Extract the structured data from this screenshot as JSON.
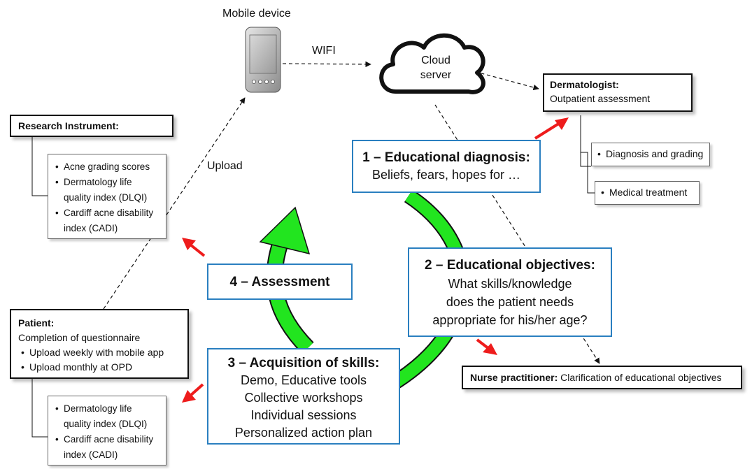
{
  "mobile": {
    "label": "Mobile device"
  },
  "wifi": "WIFI",
  "cloud": {
    "line1": "Cloud",
    "line2": "server"
  },
  "upload": "Upload",
  "dermatologist": {
    "title": "Dermatologist:",
    "subtitle": "Outpatient assessment",
    "items": [
      "Diagnosis and grading",
      "Medical treatment"
    ]
  },
  "research": {
    "title": "Research Instrument:",
    "items": [
      "Acne grading scores",
      "Dermatology life",
      "quality index (DLQI)",
      "Cardiff acne disability",
      "index (CADI)"
    ]
  },
  "patient": {
    "title": "Patient:",
    "subtitle": "Completion of questionnaire",
    "items": [
      "Upload weekly with mobile app",
      "Upload monthly at OPD"
    ],
    "sub_items": [
      "Dermatology life",
      "quality index (DLQI)",
      "Cardiff acne disability",
      "index (CADI)"
    ]
  },
  "steps": {
    "s1": {
      "title": "1 – Educational diagnosis:",
      "body": "Beliefs, fears, hopes for …"
    },
    "s2": {
      "title": "2 – Educational objectives:",
      "lines": [
        "What skills/knowledge",
        "does the patient needs",
        "appropriate for his/her age?"
      ]
    },
    "s3": {
      "title": "3 – Acquisition of skills:",
      "lines": [
        "Demo, Educative tools",
        "Collective workshops",
        "Individual sessions",
        "Personalized action plan"
      ]
    },
    "s4": {
      "title": "4 – Assessment"
    }
  },
  "nurse": {
    "title": "Nurse practitioner:",
    "text": "Clarification of educational objectives"
  },
  "colors": {
    "blue": "#2a7fc0",
    "green": "#22e51f",
    "red": "#ee1c1c"
  }
}
